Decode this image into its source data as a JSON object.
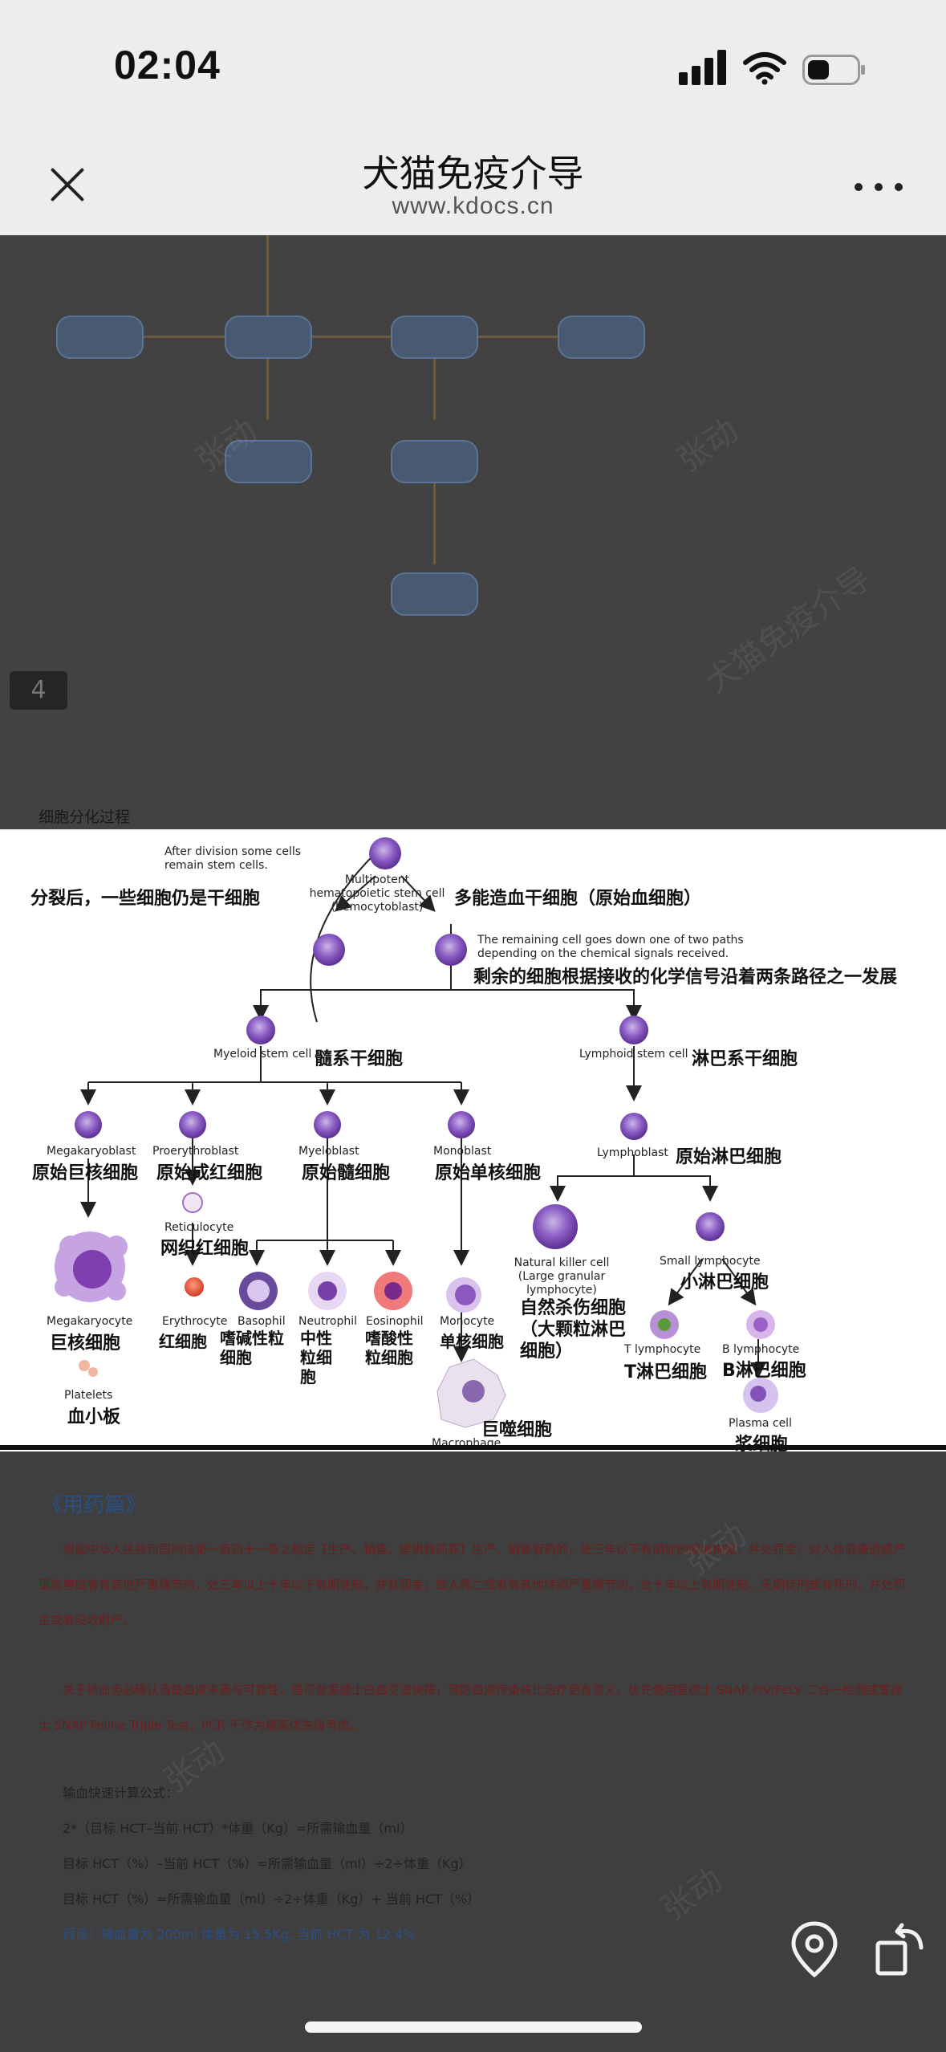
{
  "status_bar": {
    "time": "02:04"
  },
  "nav": {
    "title": "犬猫免疫介导",
    "url": "www.kdocs.cn"
  },
  "doc": {
    "page_badge": "4",
    "diagram_caption": "细胞分化过程"
  },
  "diagram": {
    "note_top_en": "After division some cells remain stem cells.",
    "note_top_cn": "分裂后，一些细胞仍是干细胞",
    "multipotent_en": "Multipotent hematopoietic stem cell (hemocytoblast)",
    "multipotent_cn": "多能造血干细胞（原始血细胞）",
    "remaining_en": "The remaining cell goes down one of two paths depending on the chemical signals received.",
    "remaining_cn": "剩余的细胞根据接收的化学信号沿着两条路径之一发展",
    "myeloid_en": "Myeloid stem cell",
    "myeloid_cn": "髓系干细胞",
    "lymphoid_en": "Lymphoid stem cell",
    "lymphoid_cn": "淋巴系干细胞",
    "megakaryoblast_en": "Megakaryoblast",
    "megakaryoblast_cn": "原始巨核细胞",
    "proerythroblast_en": "Proerythroblast",
    "proerythroblast_cn": "原始成红细胞",
    "myeloblast_en": "Myeloblast",
    "myeloblast_cn": "原始髓细胞",
    "monoblast_en": "Monoblast",
    "monoblast_cn": "原始单核细胞",
    "lymphoblast_en": "Lymphoblast",
    "lymphoblast_cn": "原始淋巴细胞",
    "reticulocyte_en": "Reticulocyte",
    "reticulocyte_cn": "网织红细胞",
    "megakaryocyte_en": "Megakaryocyte",
    "megakaryocyte_cn": "巨核细胞",
    "erythrocyte_en": "Erythrocyte",
    "erythrocyte_cn": "红细胞",
    "basophil_en": "Basophil",
    "basophil_cn": "嗜碱性粒细胞",
    "neutrophil_en": "Neutrophil",
    "neutrophil_cn": "中性粒细胞",
    "eosinophil_en": "Eosinophil",
    "eosinophil_cn": "嗜酸性粒细胞",
    "monocyte_en": "Monocyte",
    "monocyte_cn": "单核细胞",
    "nk_en": "Natural killer cell (Large granular lymphocyte)",
    "nk_cn": "自然杀伤细胞（大颗粒淋巴细胞）",
    "small_lymph_en": "Small lymphocyte",
    "small_lymph_cn": "小淋巴细胞",
    "t_en": "T lymphocyte",
    "t_cn": "T淋巴细胞",
    "b_en": "B lymphocyte",
    "b_cn": "B淋巴细胞",
    "platelets_en": "Platelets",
    "platelets_cn": "血小板",
    "macrophage_en": "Macrophage",
    "macrophage_cn": "巨噬细胞",
    "plasma_en": "Plasma cell",
    "plasma_cn": "浆细胞"
  },
  "lower": {
    "section_title": "《用药篇》",
    "para1": "根据中华人民共和国刑法第一百四十一条之规定【生产、销售、提供假药罪】生产、销售假药的，处三年以下有期徒刑或者拘役，并处罚金；对人体健康造成严重危害或者有其他严重情节的，处三年以上十年以下有期徒刑，并处罚金；致人死亡或者有其他特别严重情节的，处十年以上有期徒刑、无期徒刑或者死刑，并处罚金或者没收财产。",
    "para2": "关于输血务必确认清楚血液来源与可靠性，猫可做爱德士白血艾滋快筛，预防血液传染病比治疗更有意义。优先使用爱德士 SNAP FIV/FeLV 二合一检测或爱德士 SNAP Feline Triple Test，PCR 不作为最高优先级考虑。",
    "formula_title": "输血快速计算公式：",
    "formula1": "2*（目标 HCT–当前 HCT）*体重（Kg）=所需输血量（ml）",
    "formula2": "目标 HCT（%）–当前 HCT（%）=所需输血量（ml）÷2÷体重（Kg）",
    "formula3": "目标 HCT（%）=所需输血量（ml）÷2÷体重（Kg）+ 当前 HCT（%）",
    "example": "假设：输血量为 200ml  体重为 15.5Kg, 当前 HCT 为 12.4%"
  }
}
